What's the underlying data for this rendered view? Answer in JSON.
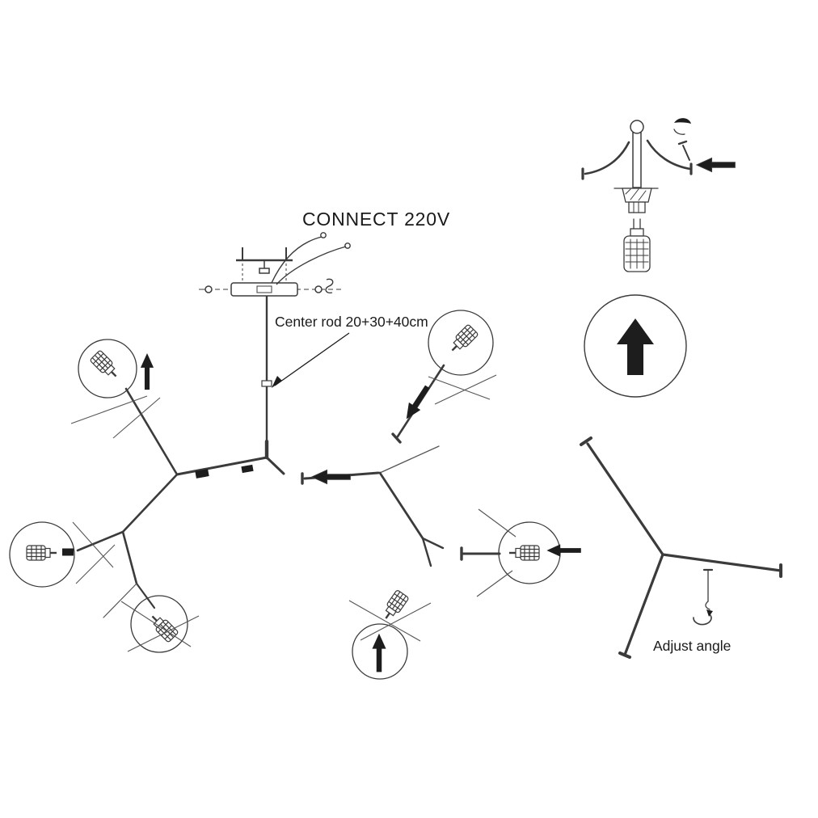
{
  "page": {
    "background": "#ffffff"
  },
  "diagram": {
    "title": "CONNECT 220V",
    "callouts": {
      "center_rod": "Center rod 20+30+40cm",
      "adjust_angle": "Adjust angle"
    },
    "colors": {
      "line": "#3b3b3b",
      "twig": "#555555",
      "arrow_fill": "#1d1d1d",
      "text": "#1a1a1a"
    },
    "icons": [
      "up-arrow-icon",
      "left-arrow-icon",
      "insert-arrow-icon",
      "rotate-arrow-icon",
      "bulb-icon",
      "clip-icon"
    ]
  }
}
